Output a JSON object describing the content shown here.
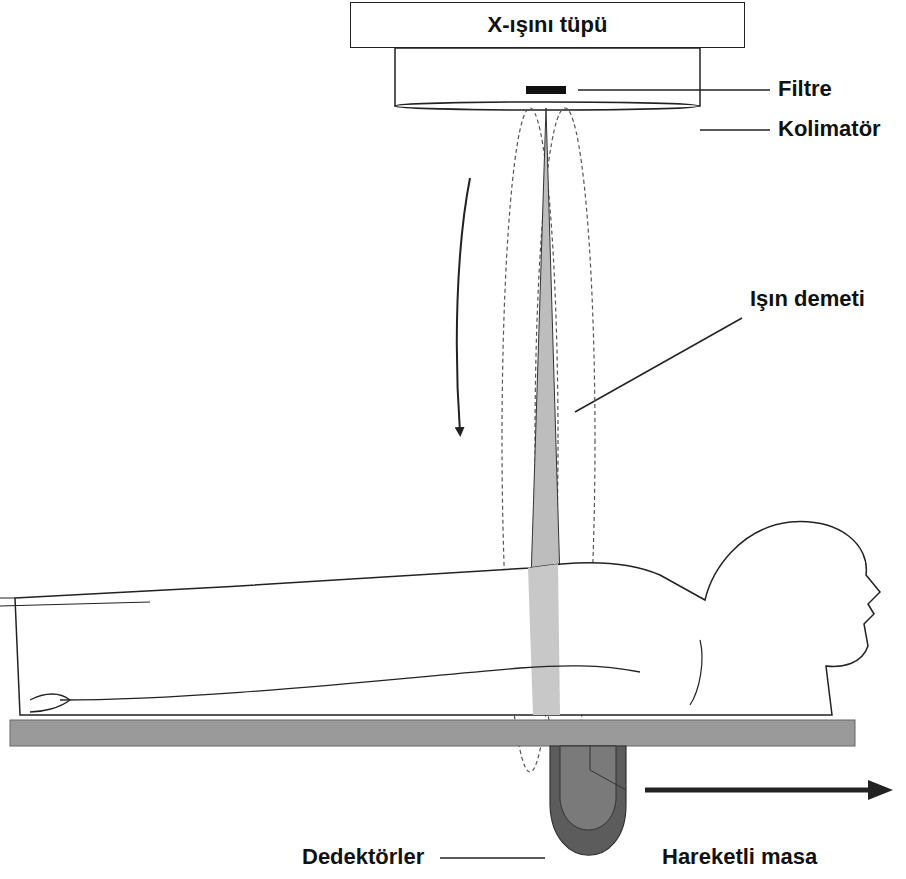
{
  "diagram": {
    "nodes": [
      {
        "text": [
          "X-ışını tüpü"
        ]
      }
    ],
    "labels": [
      "Filtre",
      "Kolimatör",
      "Işın demeti",
      "Dedektörler",
      "Hareketli masa"
    ]
  }
}
